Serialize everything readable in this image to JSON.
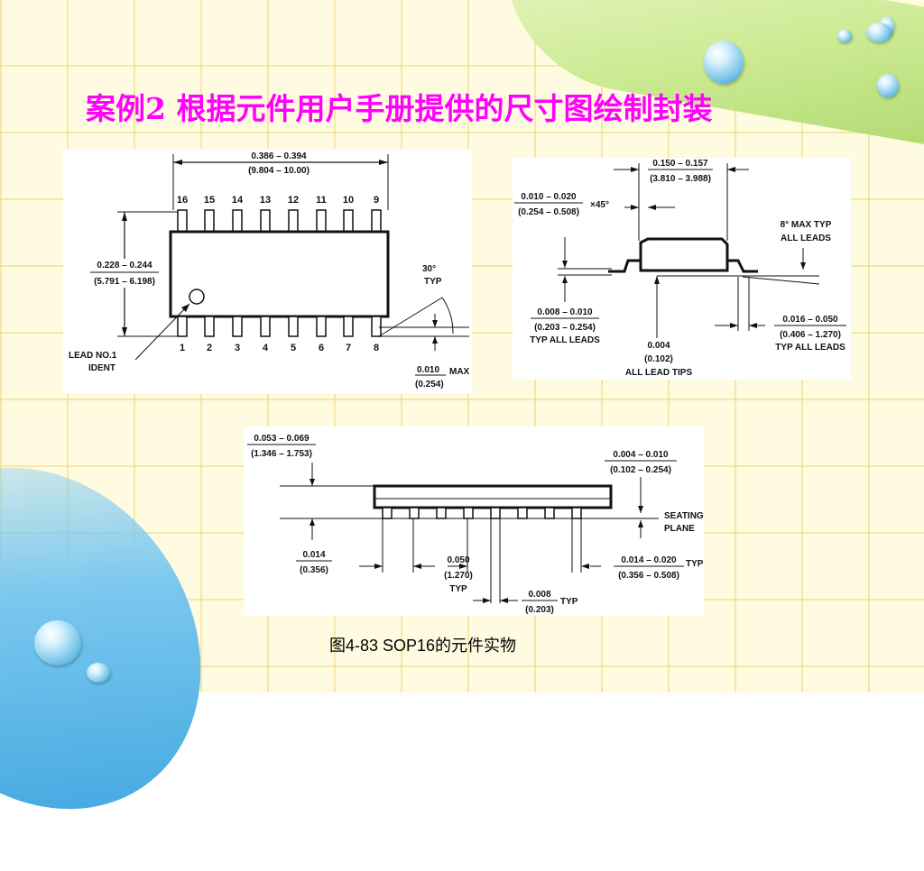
{
  "slide": {
    "title": "案例2 根据元件用户手册提供的尺寸图绘制封装",
    "caption": "图4-83 SOP16的元件实物"
  },
  "top_view": {
    "width_dim": "0.386 – 0.394",
    "width_dim_mm": "(9.804 – 10.00)",
    "top_pins": [
      "16",
      "15",
      "14",
      "13",
      "12",
      "11",
      "10",
      "9"
    ],
    "bottom_pins": [
      "1",
      "2",
      "3",
      "4",
      "5",
      "6",
      "7",
      "8"
    ],
    "height_dim": "0.228 – 0.244",
    "height_dim_mm": "(5.791 – 6.198)",
    "lead_label_1": "LEAD NO.1",
    "lead_label_2": "IDENT",
    "angle_1": "30°",
    "angle_2": "TYP",
    "max_dim": "0.010",
    "max_label": "MAX",
    "max_dim_mm": "(0.254)"
  },
  "side_view": {
    "top_dim": "0.150 – 0.157",
    "top_dim_mm": "(3.810 – 3.988)",
    "chamfer_dim": "0.010 – 0.020",
    "chamfer_dim_mm": "(0.254 – 0.508)",
    "chamfer_angle": "×45°",
    "angle_1": "8° MAX TYP",
    "angle_2": "ALL LEADS",
    "lead_thk": "0.008 – 0.010",
    "lead_thk_mm": "(0.203 – 0.254)",
    "lead_thk_note": "TYP ALL LEADS",
    "tip_dim": "0.004",
    "tip_dim_mm": "(0.102)",
    "tip_note": "ALL LEAD TIPS",
    "foot_dim": "0.016 – 0.050",
    "foot_dim_mm": "(0.406 – 1.270)",
    "foot_note": "TYP ALL LEADS"
  },
  "front_view": {
    "height_dim": "0.053 – 0.069",
    "height_dim_mm": "(1.346 – 1.753)",
    "standoff_dim": "0.004 – 0.010",
    "standoff_dim_mm": "(0.102 – 0.254)",
    "seating_1": "SEATING",
    "seating_2": "PLANE",
    "lead_w": "0.014",
    "lead_w_mm": "(0.356)",
    "pitch": "0.050",
    "pitch_mm": "(1.270)",
    "pitch_note": "TYP",
    "lead_wr": "0.014 – 0.020",
    "lead_wr_note": "TYP",
    "lead_wr_mm": "(0.356 – 0.508)",
    "radius": "0.008",
    "radius_note": "TYP",
    "radius_mm": "(0.203)"
  }
}
